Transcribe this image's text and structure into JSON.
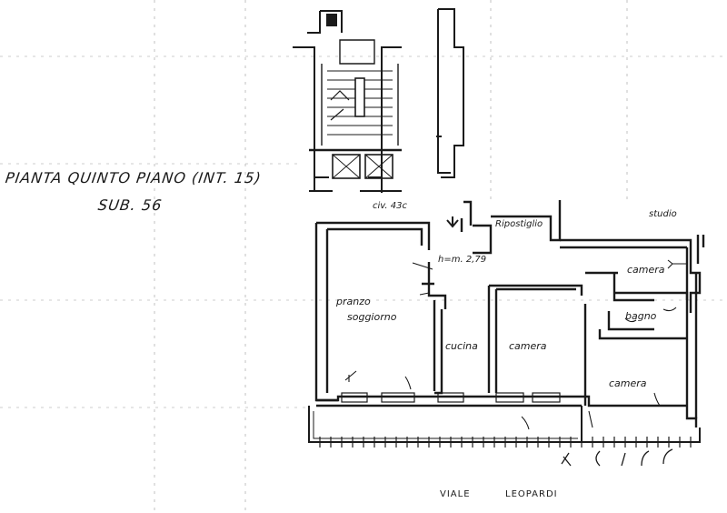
{
  "title": {
    "line1": "PIANTA QUINTO PIANO (INT. 15)",
    "line2": "SUB. 56"
  },
  "labels": {
    "civic": "civ. 43c",
    "height": "h=m. 2,79",
    "studio": "studio",
    "ripostiglio": "Ripostiglio",
    "pranzo": "pranzo",
    "soggiorno": "soggiorno",
    "cucina": "cucina",
    "camera1": "camera",
    "camera2": "camera",
    "camera3": "camera",
    "bagno": "bagno"
  },
  "street": {
    "word1": "VIALE",
    "word2": "LEOPARDI"
  },
  "colors": {
    "ink": "#1a1a1a",
    "grid": "#9a9a9a"
  }
}
